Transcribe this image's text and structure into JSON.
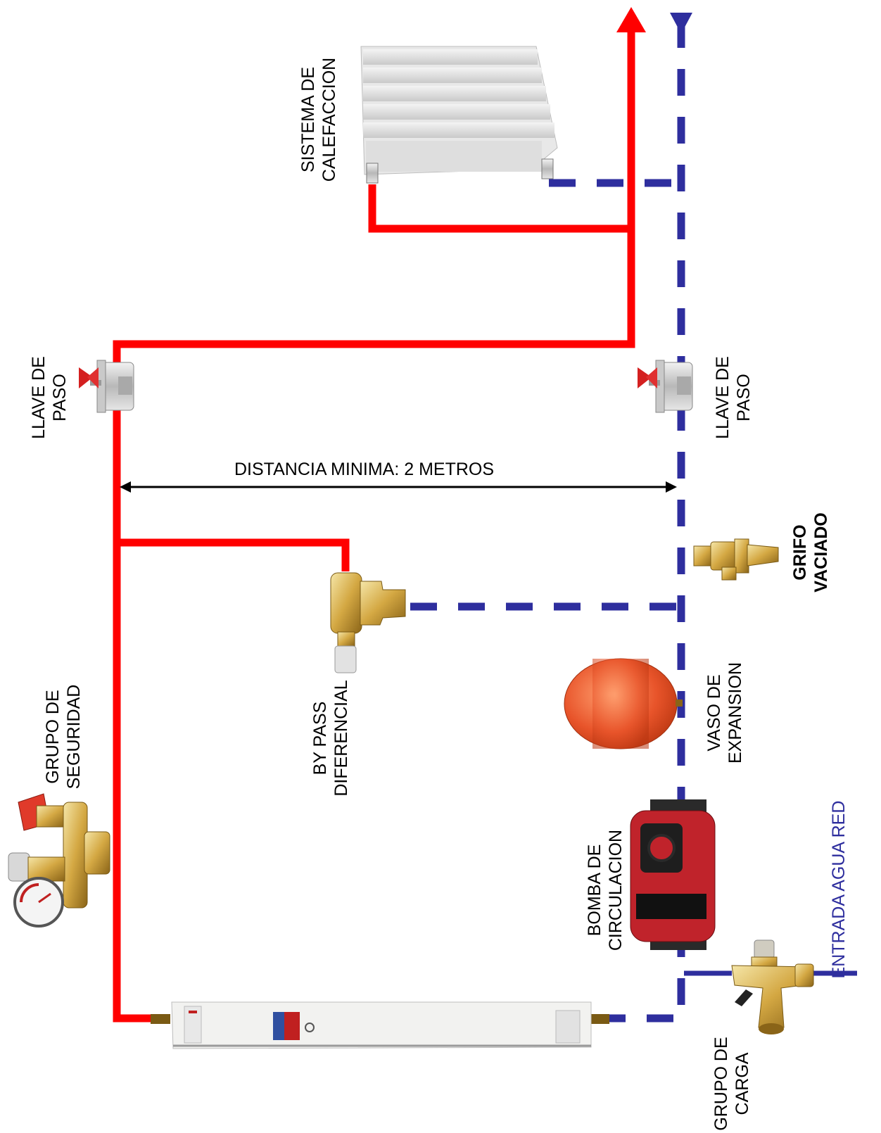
{
  "labels": {
    "heating": [
      "SISTEMA DE",
      "CALEFACCION"
    ],
    "valve_left": [
      "LLAVE DE",
      "PASO"
    ],
    "valve_right": [
      "LLAVE DE",
      "PASO"
    ],
    "distance": "DISTANCIA MINIMA:  2 METROS",
    "drain": [
      "GRIFO",
      "VACIADO"
    ],
    "bypass": [
      "BY PASS",
      "DIFERENCIAL"
    ],
    "expansion": [
      "VASO DE",
      "EXPANSION"
    ],
    "safety": [
      "GRUPO DE",
      "SEGURIDAD"
    ],
    "pump": [
      "BOMBA DE",
      "CIRCULACION"
    ],
    "water_inlet": "ENTRADA AGUA RED",
    "fill_group": [
      "GRUPO DE",
      "CARGA"
    ]
  },
  "colors": {
    "hot_pipe": "#ff0000",
    "return_pipe": "#2e2e9e",
    "brass": "#d4a843",
    "pump_red": "#c0232b",
    "expansion_orange": "#e8542a"
  },
  "icons": [
    "radiator",
    "ball-valve",
    "drain-tap",
    "bypass-valve",
    "expansion-vessel",
    "safety-group",
    "circulation-pump",
    "fill-group",
    "electric-boiler"
  ]
}
